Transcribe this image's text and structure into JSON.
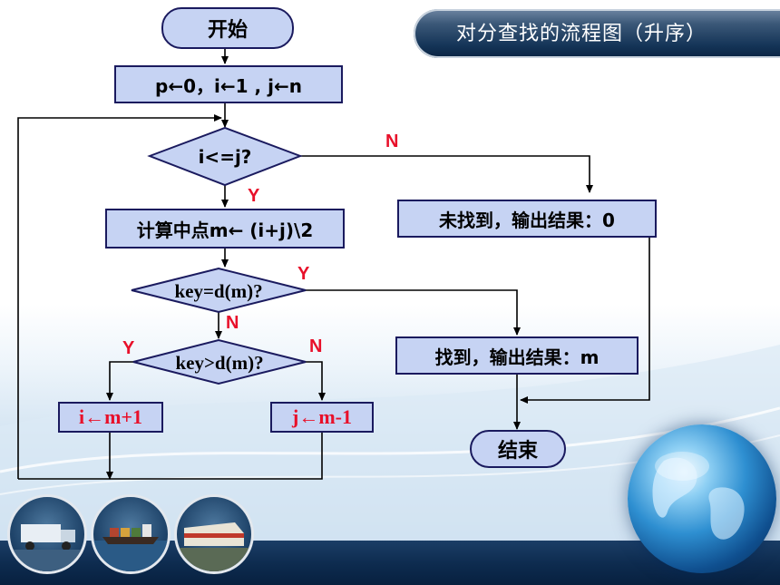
{
  "title": "对分查找的流程图（升序）",
  "flowchart": {
    "start": "开始",
    "init": "p←0，i←1 , j←n",
    "cond_loop": "i<=j?",
    "calc_mid": "计算中点m← (i+j)\\2",
    "cond_equal": "key=d(m)?",
    "cond_greater": "key>d(m)?",
    "set_i": "i←m+1",
    "set_j": "j←m-1",
    "not_found": "未找到，输出结果：0",
    "found": "找到，输出结果：m",
    "end": "结束"
  },
  "edge_labels": {
    "loop_no": "N",
    "loop_yes": "Y",
    "equal_yes": "Y",
    "equal_no": "N",
    "greater_yes": "Y",
    "greater_no": "N"
  },
  "colors": {
    "node_fill": "#c6d3f3",
    "node_border": "#1a1a5e",
    "label_red": "#e8102a",
    "title_bar": "#143457"
  },
  "icons": [
    "truck-image",
    "ship-image",
    "train-image",
    "globe-image"
  ]
}
